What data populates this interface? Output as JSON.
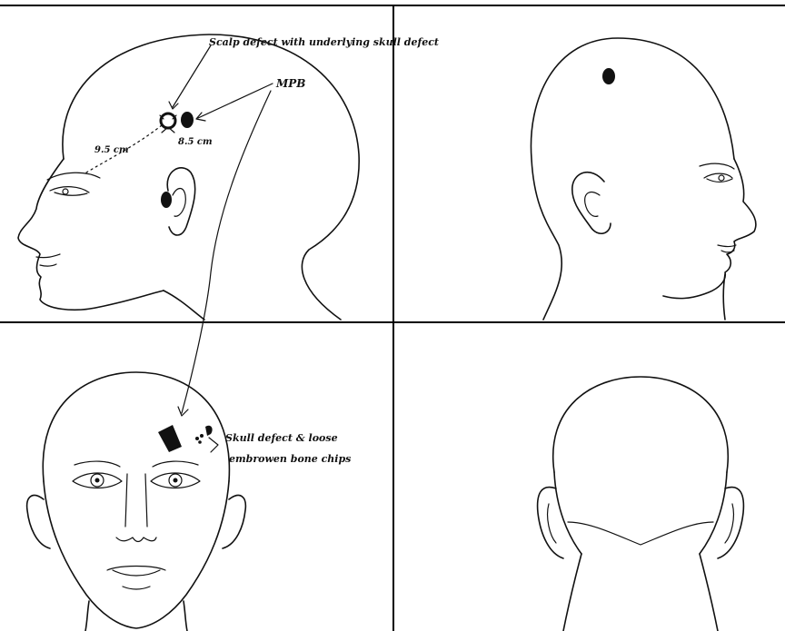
{
  "annotations": {
    "scalp_defect": "Scalp defect with underlying skull defect",
    "mpb": "MPB",
    "dist_a": "9.5 cm",
    "dist_b": "8.5 cm",
    "skull_defect_line1": "Skull defect & loose",
    "skull_defect_line2": "embrowen bone chips"
  },
  "colors": {
    "ink": "#111111",
    "paper": "#ffffff"
  }
}
